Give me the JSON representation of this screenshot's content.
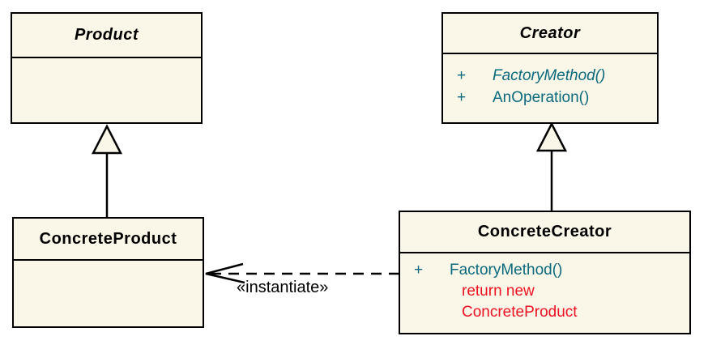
{
  "colors": {
    "box-fill": "#faf6e8",
    "border": "#000000",
    "method-teal": "#0a6a7d",
    "note-red": "#ee1122"
  },
  "diagram": {
    "product": {
      "title": "Product"
    },
    "creator": {
      "title": "Creator",
      "methods": [
        {
          "visibility": "+",
          "name": "FactoryMethod()"
        },
        {
          "visibility": "+",
          "name": "AnOperation()"
        }
      ]
    },
    "concrete_product": {
      "title": "ConcreteProduct"
    },
    "concrete_creator": {
      "title": "ConcreteCreator",
      "methods": [
        {
          "visibility": "+",
          "name": "FactoryMethod()"
        }
      ],
      "note_lines": [
        "return new",
        "ConcreteProduct"
      ]
    },
    "instantiate_label": "«instantiate»"
  }
}
